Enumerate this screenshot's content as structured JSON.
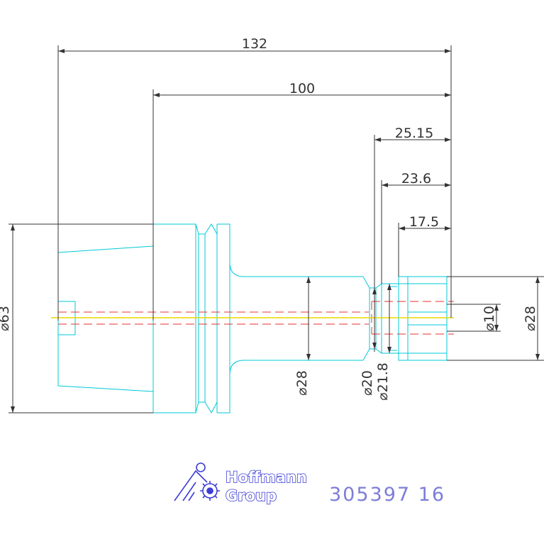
{
  "colors": {
    "dimension": "#333333",
    "outline": "#00c8d8",
    "hidden": "#e83030",
    "centerline": "#e8d800",
    "logo": "#3c3cd6",
    "part_number": "#7d7dd8"
  },
  "dimensions": {
    "overall_length": "132",
    "flange_length": "100",
    "collet_25": "25.15",
    "collet_23": "23.6",
    "collet_17": "17.5",
    "dia_flange": "⌀63",
    "dia_shank": "⌀28",
    "dia_neck": "⌀20",
    "dia_neck_2": "⌀21.8",
    "dia_bore": "⌀10",
    "dia_collet": "⌀28"
  },
  "logo": {
    "line1": "Hoffmann",
    "line2": "Group",
    "icon": "hoffmann-group-logo-icon"
  },
  "part_number": "305397 16"
}
